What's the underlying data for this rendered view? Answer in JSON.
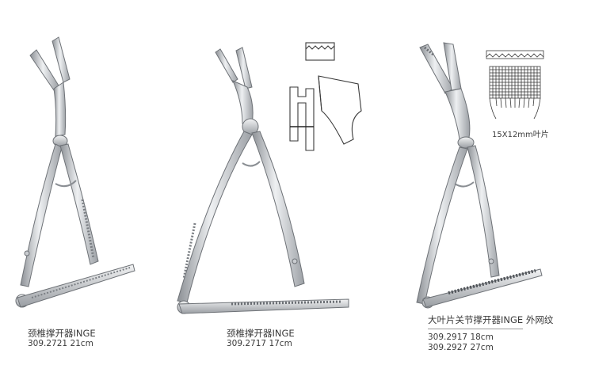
{
  "products": [
    {
      "name": "颈椎撑开器INGE",
      "codes": [
        "309.2721   21cm"
      ]
    },
    {
      "name": "颈椎撑开器INGE",
      "codes": [
        "309.2717   17cm"
      ]
    },
    {
      "name": "大叶片关节撑开器INGE 外网纹",
      "codes": [
        "309.2917    18cm",
        "309.2927    27cm"
      ]
    }
  ],
  "detail": {
    "mesh_caption": "15X12mm叶片"
  },
  "colors": {
    "metal_dark": "#8c9095",
    "metal_light": "#eef0f2",
    "text": "#3a3a3a"
  }
}
